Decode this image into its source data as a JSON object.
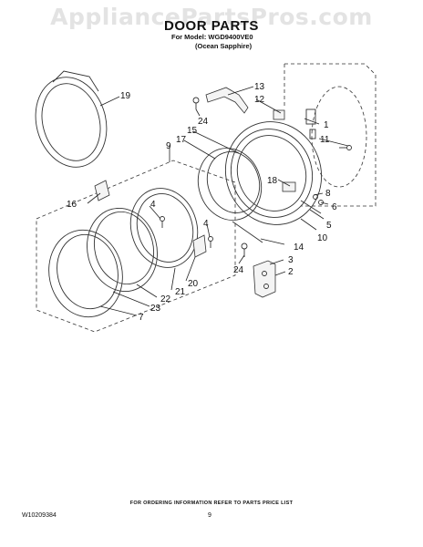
{
  "watermark": "AppliancePartsPros.com",
  "header": {
    "title": "DOOR PARTS",
    "model_line": "For Model: WGD9400VE0",
    "variant_line": "(Ocean Sapphire)"
  },
  "callouts": {
    "c1": "1",
    "c2": "2",
    "c3": "3",
    "c4a": "4",
    "c4b": "4",
    "c5": "5",
    "c6": "6",
    "c7": "7",
    "c8": "8",
    "c9": "9",
    "c10": "10",
    "c11": "11",
    "c12": "12",
    "c13": "13",
    "c14": "14",
    "c15": "15",
    "c16": "16",
    "c17": "17",
    "c18": "18",
    "c19": "19",
    "c20": "20",
    "c21": "21",
    "c22": "22",
    "c23": "23",
    "c24a": "24",
    "c24b": "24"
  },
  "footer": {
    "note": "FOR ORDERING INFORMATION REFER TO PARTS PRICE LIST",
    "doc_number": "W10209384",
    "page_number": "9"
  }
}
